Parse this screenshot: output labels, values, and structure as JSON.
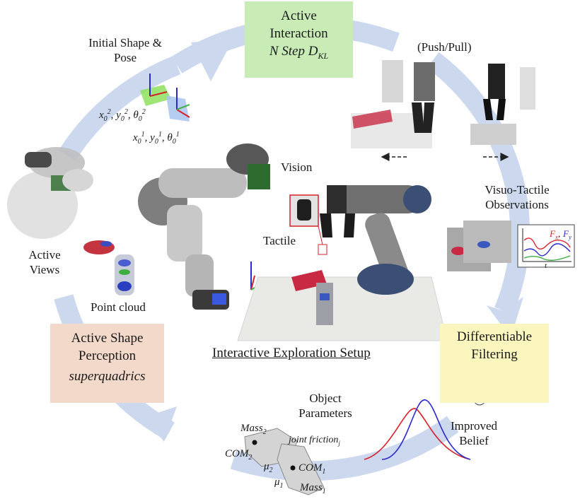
{
  "cycle": {
    "active_interaction": {
      "line1": "Active",
      "line2": "Interaction",
      "formula": "N Step D",
      "formula_sub": "KL",
      "bg": "#c9ecb7"
    },
    "differentiable_filtering": {
      "line1": "Differentiable",
      "line2": "Filtering",
      "bg": "#fbf6bd"
    },
    "active_shape_perception": {
      "line1": "Active Shape",
      "line2": "Perception",
      "sub": "superquadrics",
      "bg": "#f3d9c9"
    }
  },
  "labels": {
    "initial_shape_pose": {
      "line1": "Initial Shape &",
      "line2": "Pose"
    },
    "push_pull": "(Push/Pull)",
    "visuo_tactile": {
      "line1": "Visuo-Tactile",
      "line2": "Observations"
    },
    "active_views": {
      "line1": "Active",
      "line2": "Views"
    },
    "point_cloud": "Point cloud",
    "vision": "Vision",
    "tactile": "Tactile",
    "setup_caption": "Interactive Exploration Setup",
    "object_parameters": {
      "line1": "Object",
      "line2": "Parameters"
    },
    "improved_belief": {
      "line1": "Improved",
      "line2": "Belief"
    }
  },
  "pose_labels": {
    "p2": "x",
    "p1": "x"
  },
  "params": {
    "mass2": "Mass",
    "com2": "COM",
    "mu2": "μ",
    "com1": "COM",
    "mu1": "μ",
    "mass1": "Mass",
    "joint_friction": "joint friction"
  },
  "plot_labels": {
    "fx": "F",
    "fy": "F",
    "t": "t"
  },
  "colors": {
    "arrow": "#c9d6ec",
    "red": "#d9202a",
    "blue": "#2a2ad0",
    "green": "#3fae3f"
  }
}
